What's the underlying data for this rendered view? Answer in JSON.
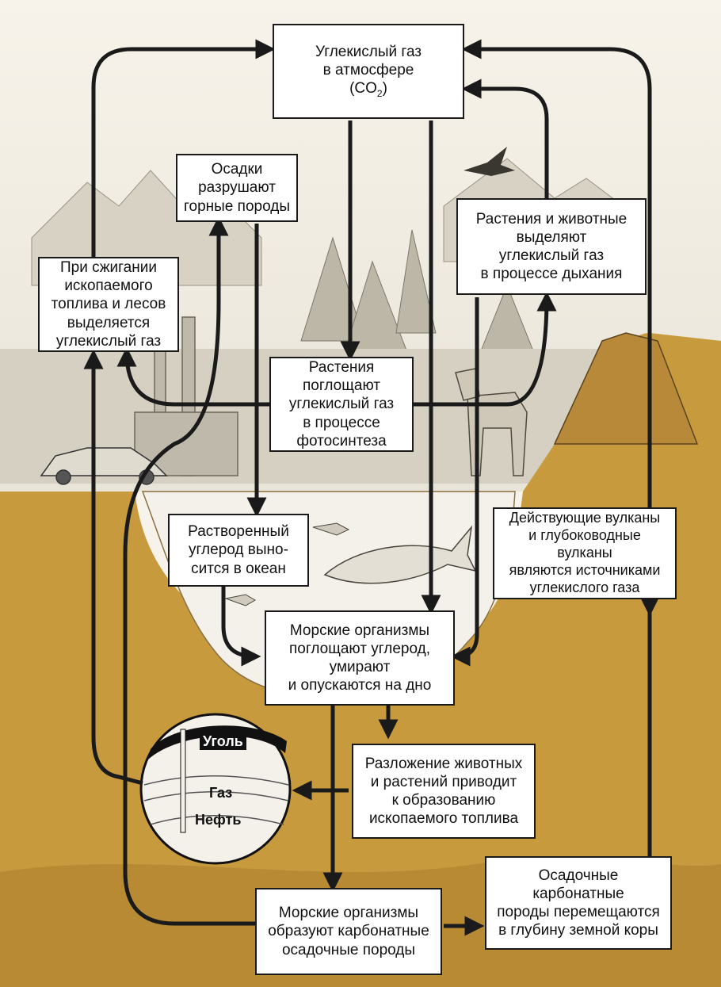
{
  "boxes": {
    "atmosphere_line1": "Углекислый газ",
    "atmosphere_line2": "в атмосфере",
    "atmosphere_co2": "(CO",
    "atmosphere_sub": "2",
    "atmosphere_close": ")",
    "precipitation": "Осадки\nразрушают\nгорные породы",
    "burning": "При сжигании\nископаемого\nтоплива и лесов\nвыделяется\nуглекислый газ",
    "respiration": "Растения и животные\nвыделяют\nуглекислый газ\nв процессе дыхания",
    "photosynthesis": "Растения\nпоглощают\nуглекислый газ\nв процессе\nфотосинтеза",
    "dissolved": "Растворенный\nуглерод выно-\nсится в океан",
    "volcanoes": "Действующие вулканы\nи глубоководные\nвулканы\nявляются источниками\nуглекислого газа",
    "marine_absorb": "Морские организмы\nпоглощают углерод,\nумирают\nи опускаются на дно",
    "decomposition": "Разложение животных\nи растений приводит\nк образованию\nископаемого топлива",
    "sedimentary_move": "Осадочные карбонатные\nпороды перемещаются\nв глубину земной коры",
    "marine_carbonate": "Морские организмы\nобразуют карбонатные\nосадочные породы"
  },
  "strata_labels": {
    "coal": "Уголь",
    "gas": "Газ",
    "oil": "Нефть"
  },
  "colors": {
    "earth": "#c89a3e",
    "earth_dark": "#a87a28",
    "ocean": "#f4f1ea",
    "arrow": "#1a1a1a",
    "box_bg": "#ffffff"
  }
}
